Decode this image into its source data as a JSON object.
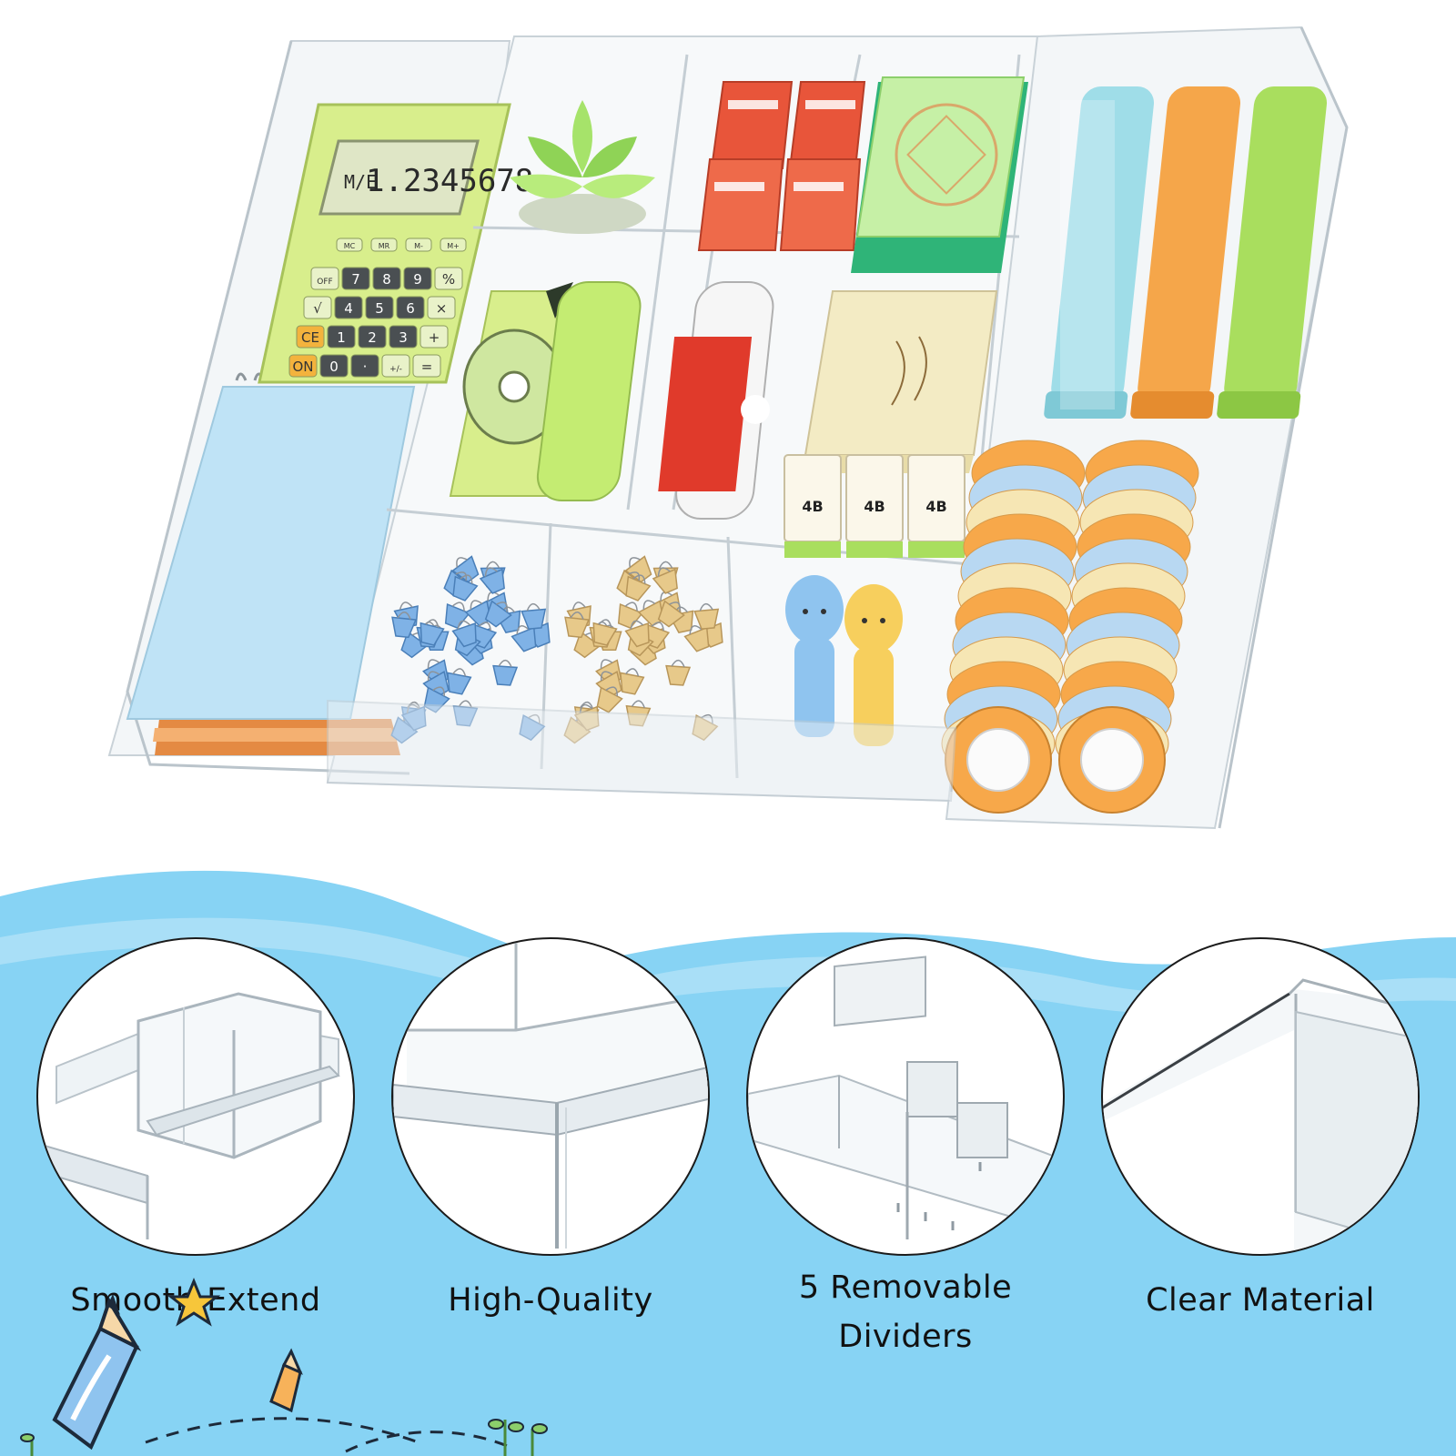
{
  "calculator": {
    "display": "1.2345678",
    "mode": "M/E"
  },
  "calculator_keys": [
    [
      "MC",
      "MR",
      "M-",
      "M+"
    ],
    [
      "OFF",
      "7",
      "8",
      "9",
      "%"
    ],
    [
      "√",
      "4",
      "5",
      "6",
      "×"
    ],
    [
      "CE",
      "1",
      "2",
      "3",
      "+"
    ],
    [
      "ON",
      "0",
      "·",
      "+/-",
      "="
    ]
  ],
  "eraser_labels": [
    "4B",
    "4B",
    "4B"
  ],
  "features": [
    {
      "label": "Smooth Extend"
    },
    {
      "label": "High-Quality"
    },
    {
      "label": "5 Removable\nDividers"
    },
    {
      "label": "Clear Material"
    }
  ],
  "colors": {
    "wave_blue": "#87d3f4",
    "wave_light": "#bfe7f9",
    "calculator_green": "#d8ee8c",
    "notepad_blue": "#bfe3f6",
    "highlighter_blue": "#9fdde8",
    "highlighter_orange": "#f5a64a",
    "highlighter_green": "#a9de5e",
    "tape_orange": "#f7a84a",
    "tape_blue": "#b8d8f2",
    "clip_blue": "#7fb2e6",
    "clip_gold": "#e7c98a",
    "succulent": "#a6e36a",
    "staples_red": "#e8553a",
    "sticky_yellow": "#f3ebc4",
    "sticky_green": "#c6f0a6"
  },
  "icons": [
    "pencil-icon",
    "star-icon",
    "small-pencil-icon",
    "plant-sprout-icon"
  ]
}
